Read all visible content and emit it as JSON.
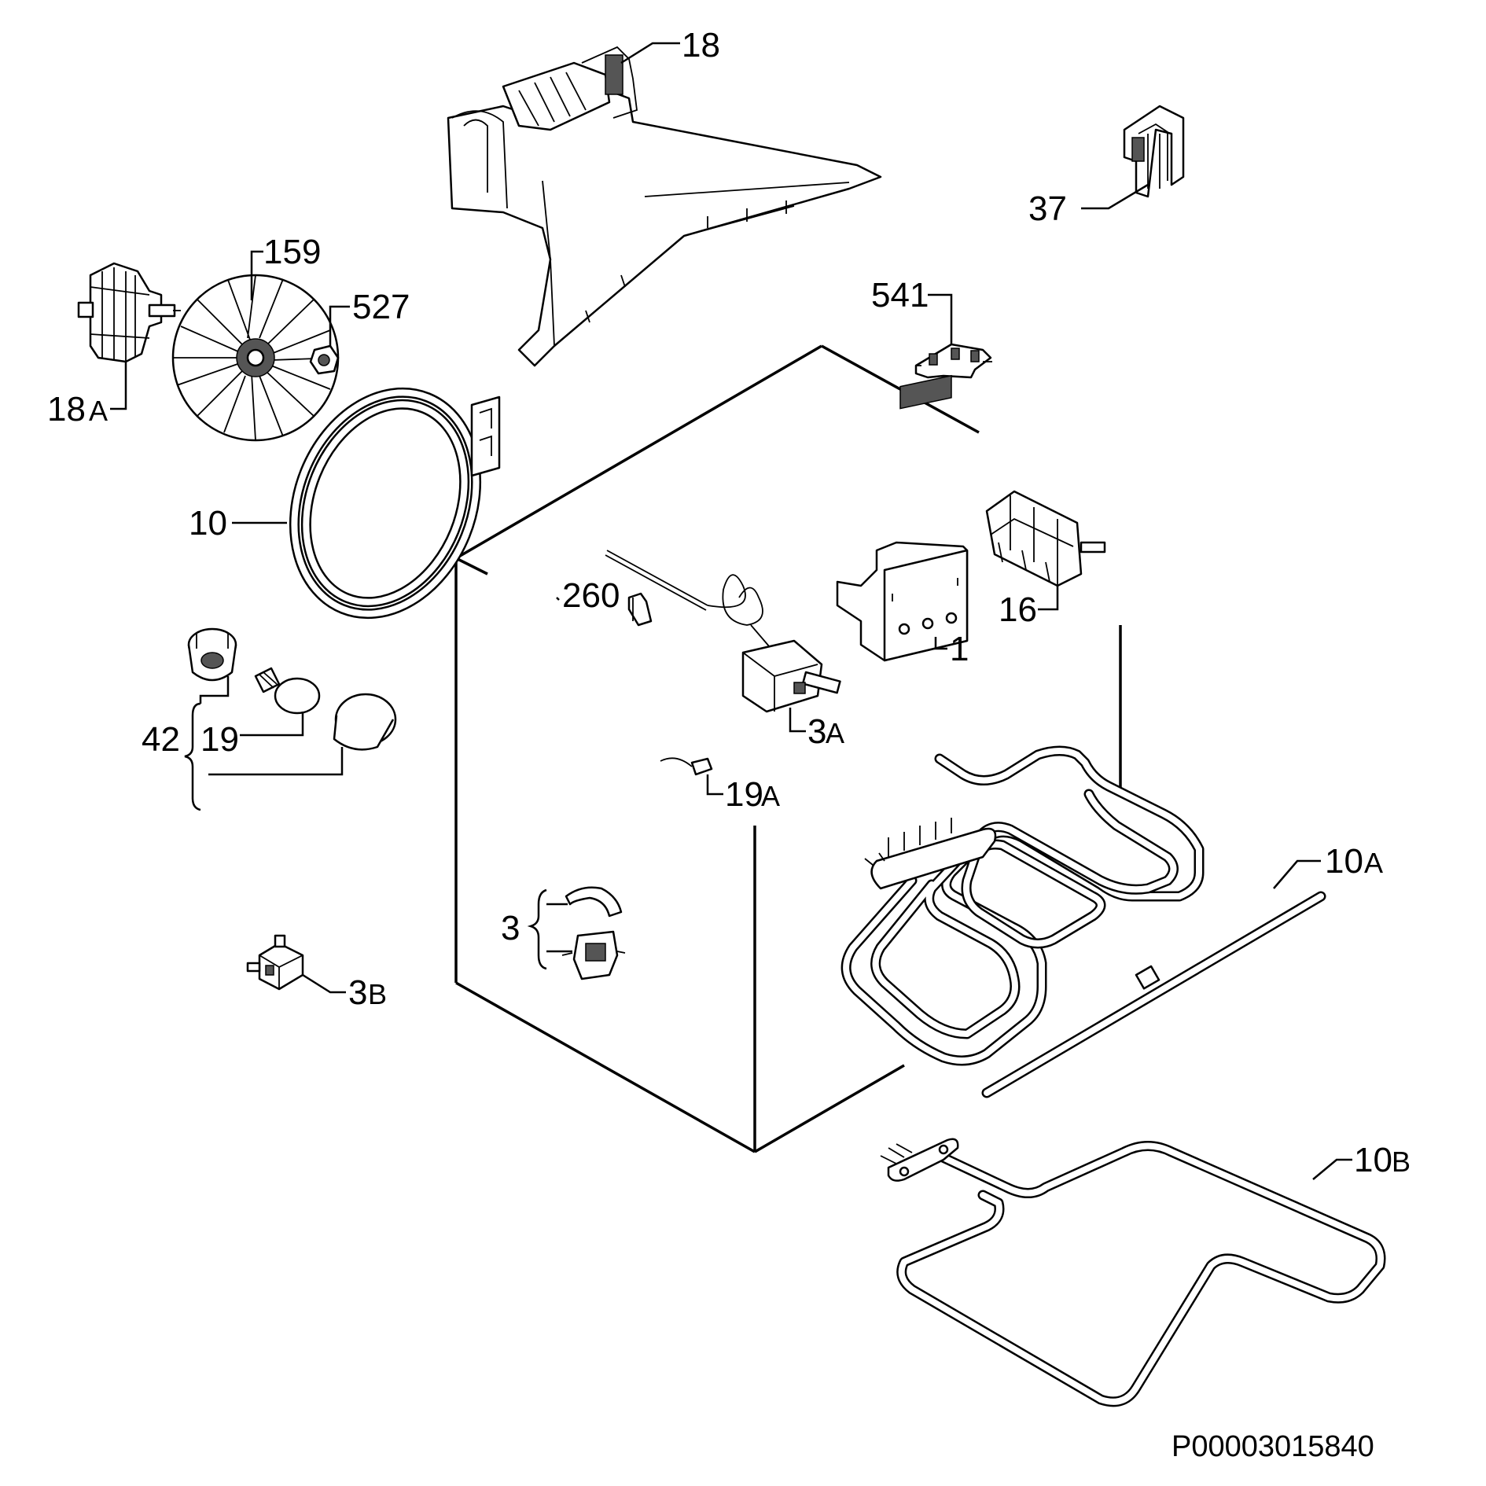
{
  "diagram_code": "P00003015840",
  "labels": {
    "l18": "18",
    "l37": "37",
    "l159": "159",
    "l527": "527",
    "l541": "541",
    "l18a": "18",
    "l18a_suffix": "A",
    "l10": "10",
    "l260": "260",
    "l16": "16",
    "l1": "1",
    "l3a": "3",
    "l3a_suffix": "A",
    "l42": "42",
    "l19": "19",
    "l19a": "19",
    "l19a_suffix": "A",
    "l10a": "10",
    "l10a_suffix": "A",
    "l3": "3",
    "l3b": "3",
    "l3b_suffix": "B",
    "l10b": "10",
    "l10b_suffix": "B"
  }
}
